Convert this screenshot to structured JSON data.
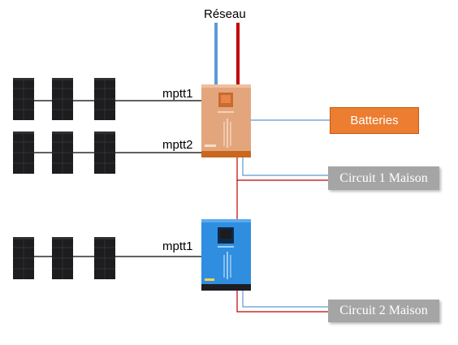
{
  "grid": {
    "label": "Réseau"
  },
  "inputs": [
    {
      "label": "mptt1"
    },
    {
      "label": "mptt2"
    },
    {
      "label": "mptt1"
    }
  ],
  "outputs": {
    "batteries": "Batteries",
    "circuit1": "Circuit 1 Maison",
    "circuit2": "Circuit 2 Maison"
  },
  "colors": {
    "wire_blue": "#5b9bd5",
    "wire_red": "#c00000",
    "wire_black": "#000000",
    "inverter_top": "#e0a57b",
    "inverter_bottom": "#2b83d6",
    "batteries_box": "#ed7d31",
    "circuit_box": "#a5a5a5"
  }
}
